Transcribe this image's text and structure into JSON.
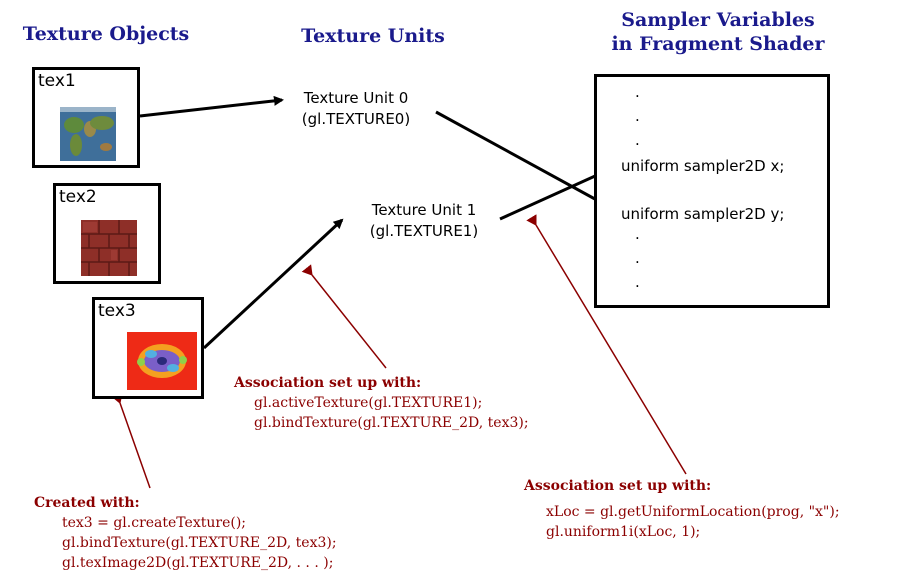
{
  "headings": {
    "texture_objects": "Texture Objects",
    "texture_units": "Texture Units",
    "sampler_line1": "Sampler Variables",
    "sampler_line2": "in Fragment Shader"
  },
  "textures": [
    {
      "label": "tex1",
      "image": "world-map-thumbnail"
    },
    {
      "label": "tex2",
      "image": "red-brick-thumbnail"
    },
    {
      "label": "tex3",
      "image": "fractal-thumbnail"
    }
  ],
  "units": [
    {
      "line1": "Texture Unit 0",
      "line2": "(gl.TEXTURE0)"
    },
    {
      "line1": "Texture Unit 1",
      "line2": "(gl.TEXTURE1)"
    }
  ],
  "shader": {
    "dots_top": [
      ".",
      ".",
      "."
    ],
    "uniform_x": "uniform sampler2D x;",
    "uniform_y": "uniform sampler2D y;",
    "dots_bottom": [
      ".",
      ".",
      "."
    ]
  },
  "annotations": {
    "assoc1": {
      "title": "Association set up with:",
      "lines": [
        "gl.activeTexture(gl.TEXTURE1);",
        "gl.bindTexture(gl.TEXTURE_2D, tex3);"
      ]
    },
    "assoc2": {
      "title": "Association set up with:",
      "lines": [
        "xLoc = gl.getUniformLocation(prog, \"x\");",
        "gl.uniform1i(xLoc, 1);"
      ]
    },
    "created": {
      "title": "Created with:",
      "lines": [
        "tex3 = gl.createTexture();",
        "gl.bindTexture(gl.TEXTURE_2D, tex3);",
        "gl.texImage2D(gl.TEXTURE_2D, . . . );"
      ]
    }
  },
  "colors": {
    "heading": "#1a1a8c",
    "annotation": "#8b0000",
    "arrow": "#000000"
  }
}
